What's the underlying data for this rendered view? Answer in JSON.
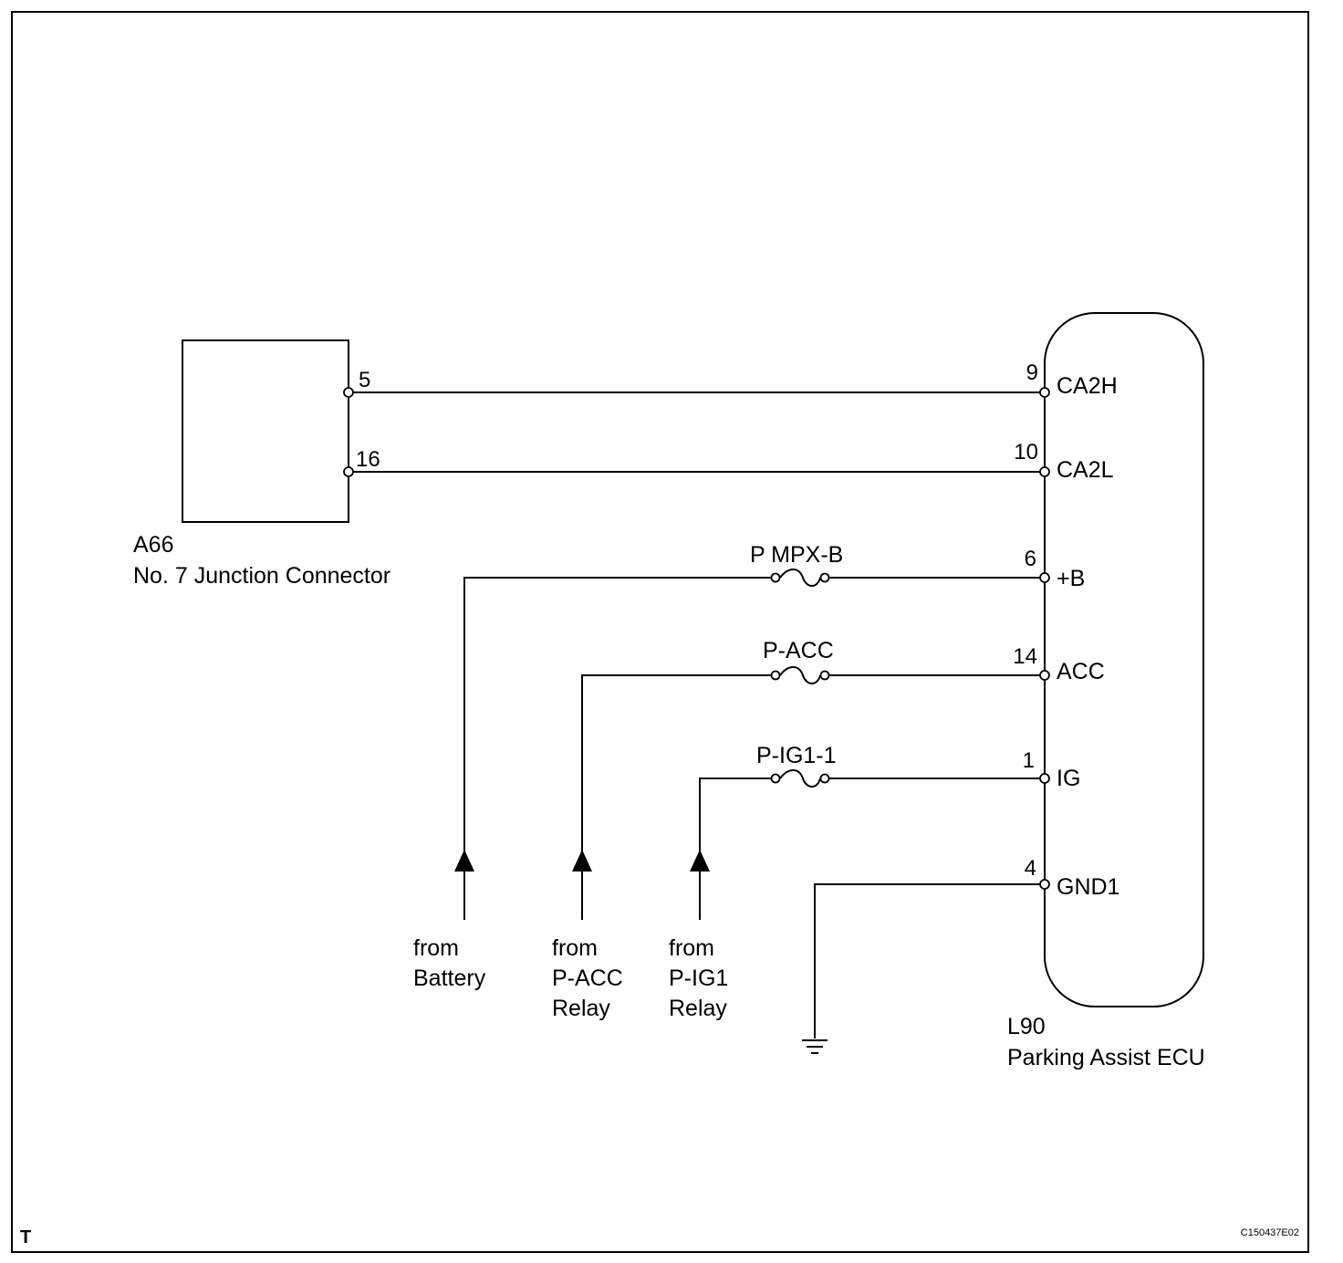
{
  "connector": {
    "code": "A66",
    "name": "No. 7 Junction Connector",
    "pins": [
      "5",
      "16"
    ]
  },
  "ecu": {
    "code": "L90",
    "name": "Parking Assist ECU",
    "pins": [
      {
        "number": "9",
        "signal": "CA2H"
      },
      {
        "number": "10",
        "signal": "CA2L"
      },
      {
        "number": "6",
        "signal": "+B"
      },
      {
        "number": "14",
        "signal": "ACC"
      },
      {
        "number": "1",
        "signal": "IG"
      },
      {
        "number": "4",
        "signal": "GND1"
      }
    ]
  },
  "fuses": [
    "P MPX-B",
    "P-ACC",
    "P-IG1-1"
  ],
  "sources": [
    {
      "line1": "from",
      "line2": "Battery",
      "line3": ""
    },
    {
      "line1": "from",
      "line2": "P-ACC",
      "line3": "Relay"
    },
    {
      "line1": "from",
      "line2": "P-IG1",
      "line3": "Relay"
    }
  ],
  "footer": {
    "corner_letter": "T",
    "figure_code": "C150437E02"
  }
}
